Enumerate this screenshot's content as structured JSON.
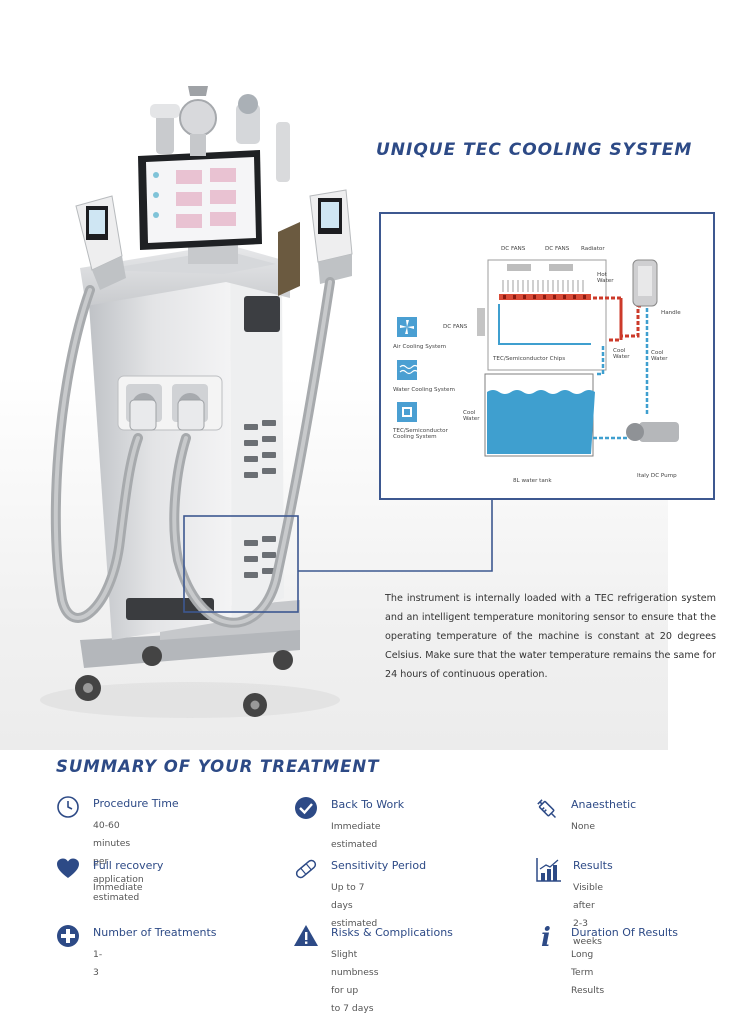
{
  "tec_section": {
    "title": "UNIQUE TEC COOLING SYSTEM",
    "description": "The instrument is internally loaded with a TEC refrigeration system and an intelligent temperature monitoring sensor to ensure that the operating temperature of the machine is constant at 20 degrees Celsius. Make sure that the water temperature remains the same for 24 hours of continuous operation."
  },
  "diagram": {
    "labels": {
      "dc_fans_1": "DC FANS",
      "dc_fans_2": "DC FANS",
      "radiator": "Radiator",
      "hot_water": "Hot\nWater",
      "handle": "Handle",
      "dc_fans_side": "DC FANS",
      "tec_chips": "TEC/Semiconductor Chips",
      "cool_water_1": "Cool\nWater",
      "cool_water_2": "Cool\nWater",
      "cool_water_3": "Cool\nWater",
      "water_tank": "8L water tank",
      "pump": "Italy DC Pump"
    },
    "legend": [
      {
        "icon": "fan-icon",
        "label": "Air Cooling System"
      },
      {
        "icon": "water-wave-icon",
        "label": "Water Cooling System"
      },
      {
        "icon": "chip-icon",
        "label": "TEC/Semiconductor\nCooling System"
      }
    ]
  },
  "summary": {
    "title": "SUMMARY OF YOUR TREATMENT",
    "items": [
      {
        "icon": "clock-icon",
        "title": "Procedure Time",
        "value": "40-60 minutes per\napplication estimated"
      },
      {
        "icon": "check-circle-icon",
        "title": "Back To Work",
        "value": "Immediate estimated"
      },
      {
        "icon": "syringe-icon",
        "title": "Anaesthetic",
        "value": "None"
      },
      {
        "icon": "heart-icon",
        "title": "Full recovery",
        "value": "Immediate"
      },
      {
        "icon": "bandage-icon",
        "title": "Sensitivity Period",
        "value": "Up to 7 days estimated"
      },
      {
        "icon": "bar-chart-icon",
        "title": "Results",
        "value": "Visible after 2-3 weeks"
      },
      {
        "icon": "plus-circle-icon",
        "title": "Number of  Treatments",
        "value": "1-3"
      },
      {
        "icon": "warning-icon",
        "title": "Risks & Complications",
        "value": "Slight numbness for up\nto 7 days"
      },
      {
        "icon": "info-icon",
        "title": "Duration  Of  Results",
        "value": "Long Term Results"
      }
    ]
  },
  "colors": {
    "brand_blue": "#2d4a86",
    "frame_blue": "#3d5890",
    "hot_water": "#cc3a2a",
    "cool_water": "#3f9fcf"
  }
}
